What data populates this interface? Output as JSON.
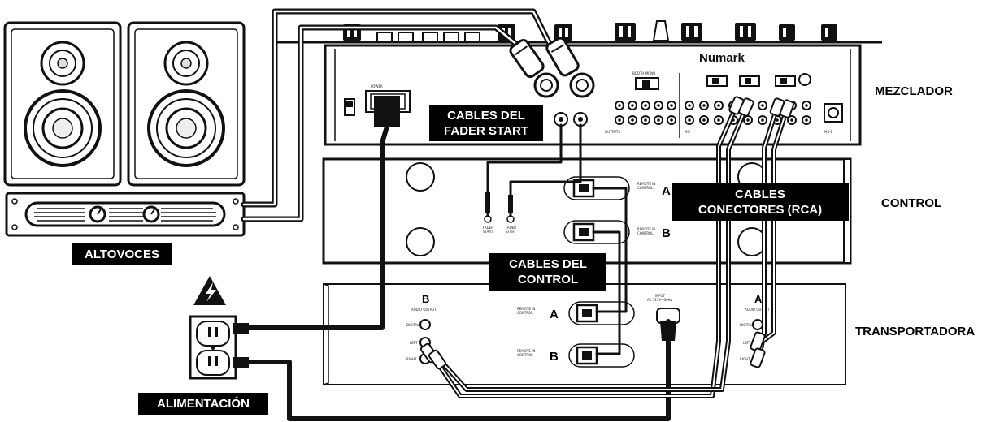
{
  "brand": "Numark",
  "section_labels": {
    "mixer": "MEZCLADOR",
    "control": "CONTROL",
    "transport": "TRANSPORTADORA"
  },
  "callouts": {
    "speakers": "ALTOVOCES",
    "power": "ALIMENTACIÓN",
    "fader_start": [
      "CABLES DEL",
      "FADER START"
    ],
    "control_cables": [
      "CABLES DEL",
      "CONTROL"
    ],
    "rca_cables": [
      "CABLES",
      "CONECTORES (RCA)"
    ]
  },
  "port_letters": {
    "control_a": "A",
    "control_b": "B",
    "transport_a": "A",
    "transport_b": "B",
    "transport_left_b": "B",
    "transport_right_a": "A"
  },
  "icons": [
    "warning-lightning-icon",
    "power-outlet-icon",
    "speaker-icon",
    "amplifier-icon"
  ]
}
